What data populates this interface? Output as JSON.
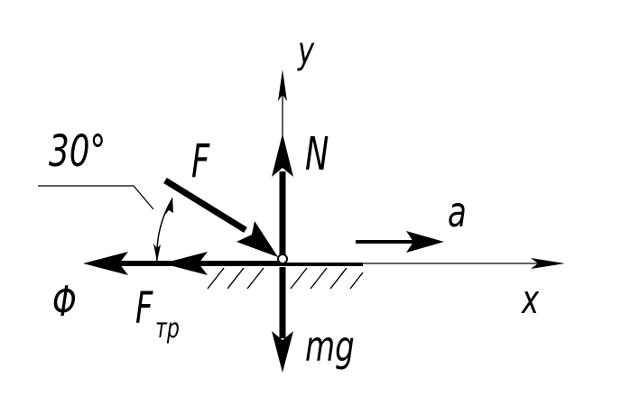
{
  "labels": {
    "axis_y": "y",
    "axis_x": "x",
    "normal_force": "N",
    "applied_force": "F",
    "angle": "30°",
    "acceleration": "a",
    "reaction": "Φ",
    "friction_base": "F",
    "friction_sub": "тр",
    "gravity": "mg"
  },
  "colors": {
    "ink": "#000000",
    "background": "#ffffff"
  }
}
